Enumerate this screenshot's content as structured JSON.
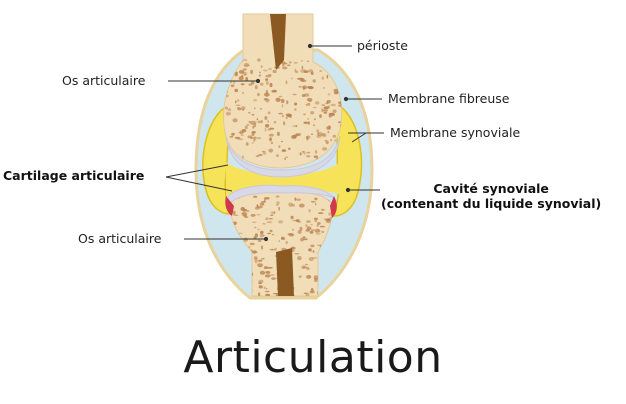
{
  "title": "Articulation",
  "labels": {
    "periosteum": "périoste",
    "bone_top": "Os articulaire",
    "fibrous_membrane": "Membrane fibreuse",
    "synovial_membrane": "Membrane synoviale",
    "articular_cartilage": "Cartilage articulaire",
    "synovial_cavity_line1": "Cavité synoviale",
    "synovial_cavity_line2": "(contenant du liquide synovial)",
    "bone_bottom": "Os articulaire"
  },
  "colors": {
    "capsule_fill": "#cfe6ef",
    "capsule_stroke": "#e9d39b",
    "bone_fill": "#f2ddb9",
    "bone_spot": "#b9834f",
    "marrow": "#8a5a22",
    "synovial_fill": "#f6e35a",
    "synovial_stroke": "#dcc020",
    "cartilage": "#d8d8e6",
    "red_edge": "#d0394a",
    "leader": "#333333"
  }
}
